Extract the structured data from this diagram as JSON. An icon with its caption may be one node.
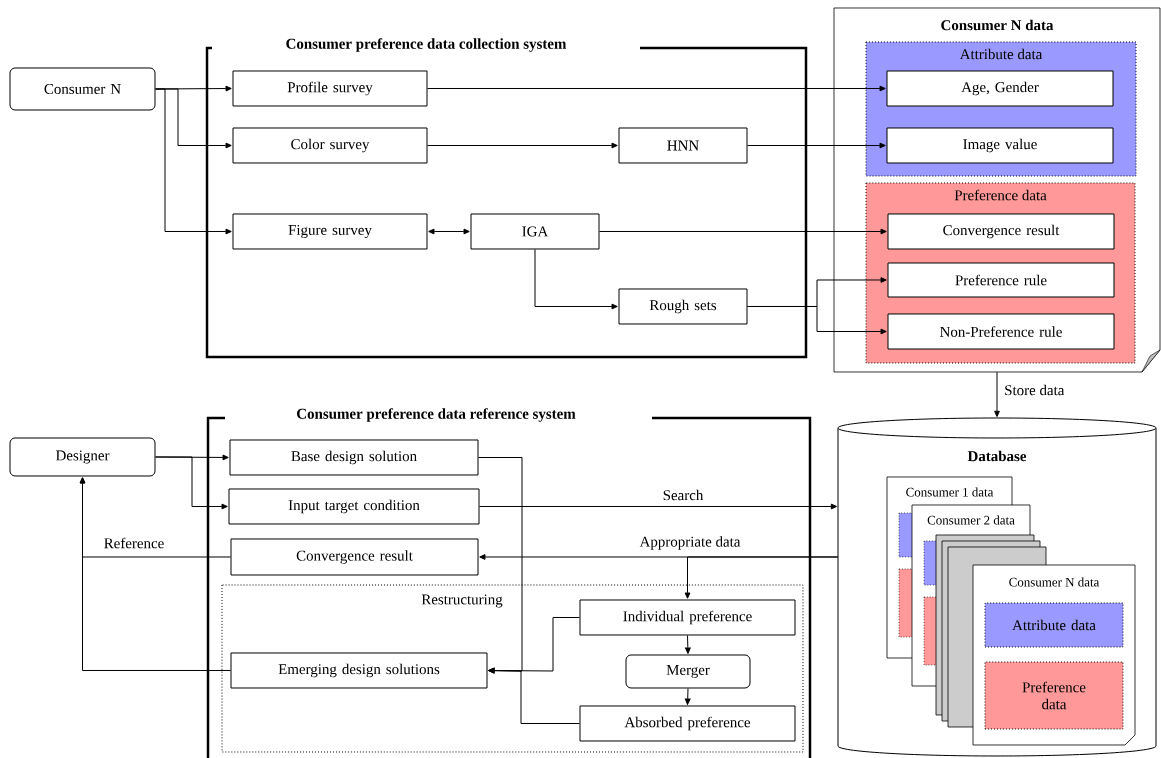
{
  "diagram": {
    "nodes": [
      {
        "text": [
          "Consumer N"
        ]
      },
      {
        "text": [
          "Consumer preference data collection system"
        ]
      },
      {
        "text": [
          "Profile survey"
        ],
        "in": 1
      },
      {
        "text": [
          "Color survey"
        ],
        "in": 1
      },
      {
        "text": [
          "HNN"
        ],
        "in": 1
      },
      {
        "text": [
          "Figure survey"
        ],
        "in": 1
      },
      {
        "text": [
          "IGA"
        ],
        "in": 1
      },
      {
        "text": [
          "Rough sets"
        ],
        "in": 1
      },
      {
        "text": [
          "Consumer N data"
        ]
      },
      {
        "text": [
          "Attribute data"
        ],
        "in": 8
      },
      {
        "text": [
          "Age, Gender"
        ],
        "in": 9
      },
      {
        "text": [
          "Image value"
        ],
        "in": 9
      },
      {
        "text": [
          "Preference data"
        ],
        "in": 8
      },
      {
        "text": [
          "Convergence result"
        ],
        "in": 12
      },
      {
        "text": [
          "Preference rule"
        ],
        "in": 12
      },
      {
        "text": [
          "Non-Preference rule"
        ],
        "in": 12
      },
      {
        "text": [
          "Designer"
        ]
      },
      {
        "text": [
          "Consumer preference data reference system"
        ]
      },
      {
        "text": [
          "Base design solution"
        ],
        "in": 17
      },
      {
        "text": [
          "Input target condition"
        ],
        "in": 17
      },
      {
        "text": [
          "Convergence result"
        ],
        "in": 17
      },
      {
        "text": [
          "Restructuring"
        ],
        "in": 17
      },
      {
        "text": [
          "Individual preference"
        ],
        "in": 21
      },
      {
        "text": [
          "Merger"
        ],
        "in": 21
      },
      {
        "text": [
          "Absorbed preference"
        ],
        "in": 21
      },
      {
        "text": [
          "Emerging design solutions"
        ],
        "in": 21
      },
      {
        "text": [
          "Database"
        ]
      },
      {
        "text": [
          "Consumer 1 data"
        ],
        "in": 26
      },
      {
        "text": [
          "Consumer 2 data"
        ],
        "in": 26
      },
      {
        "text": [],
        "shape": "box",
        "in": 26
      },
      {
        "text": [],
        "shape": "box",
        "in": 26
      },
      {
        "text": [],
        "shape": "box",
        "in": 26
      },
      {
        "text": [
          "Consumer N data"
        ],
        "in": 26
      },
      {
        "text": [
          "Attribute data"
        ],
        "in": 32
      },
      {
        "text": [
          "Preference data"
        ],
        "in": 32
      }
    ],
    "edges": [
      {
        "from": 0,
        "to": 2,
        "arrow": "to"
      },
      {
        "from": 0,
        "to": 3,
        "arrow": "to"
      },
      {
        "from": 0,
        "to": 5,
        "arrow": "to"
      },
      {
        "from": 2,
        "to": 10,
        "arrow": "to"
      },
      {
        "from": 3,
        "to": 4,
        "arrow": "to"
      },
      {
        "from": 4,
        "to": 11,
        "arrow": "to"
      },
      {
        "from": 5,
        "to": 6,
        "arrow": "both"
      },
      {
        "from": 6,
        "to": 13,
        "arrow": "to"
      },
      {
        "from": 6,
        "to": 7,
        "arrow": "to"
      },
      {
        "from": 7,
        "to": 14,
        "arrow": "to"
      },
      {
        "from": 7,
        "to": 15,
        "arrow": "to"
      },
      {
        "from": 8,
        "to": 26,
        "arrow": "to",
        "label": "Store data"
      },
      {
        "from": 16,
        "to": 18,
        "arrow": "to"
      },
      {
        "from": 16,
        "to": 19,
        "arrow": "to"
      },
      {
        "from": 19,
        "to": 26,
        "arrow": "to",
        "label": "Search"
      },
      {
        "from": 26,
        "to": 20,
        "arrow": "to",
        "label": "Appropriate data"
      },
      {
        "from": 26,
        "to": 22,
        "arrow": "to"
      },
      {
        "from": 20,
        "to": 16,
        "arrow": "to",
        "label": "Reference"
      },
      {
        "from": 25,
        "to": 16,
        "arrow": "to"
      },
      {
        "from": 18,
        "to": 25,
        "arrow": "to"
      },
      {
        "from": 22,
        "to": 25,
        "arrow": "to"
      },
      {
        "from": 24,
        "to": 25,
        "arrow": "to"
      },
      {
        "from": 22,
        "to": 23,
        "arrow": "to"
      },
      {
        "from": 23,
        "to": 24,
        "arrow": "to"
      }
    ]
  }
}
